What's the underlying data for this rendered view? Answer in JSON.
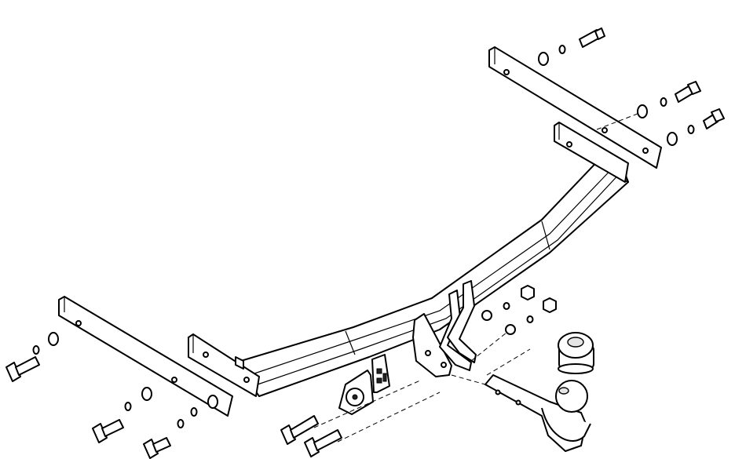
{
  "diagram": {
    "parts": [
      "tow-bar-crossbeam",
      "left-outer-bracket",
      "left-inner-bracket",
      "right-upper-bracket",
      "right-lower-bracket",
      "tow-ball-neck",
      "tow-ball-cover",
      "socket-plate",
      "mounting-bolts",
      "washers",
      "nuts"
    ],
    "colors": {
      "line": "#000000",
      "fill": "#ffffff",
      "shade": "#e6e6e6"
    }
  }
}
